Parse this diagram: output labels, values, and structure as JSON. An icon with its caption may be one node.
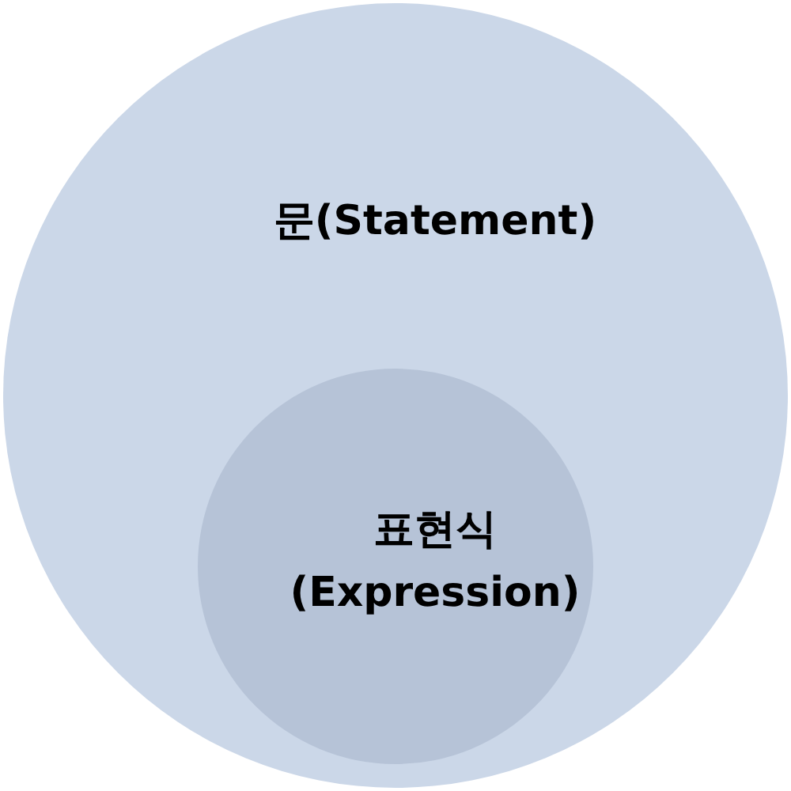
{
  "diagram": {
    "nodes": [
      {
        "text": [
          "문(Statement)"
        ]
      },
      {
        "text": [
          "표현식 (Expression)"
        ],
        "in": 0
      }
    ]
  }
}
